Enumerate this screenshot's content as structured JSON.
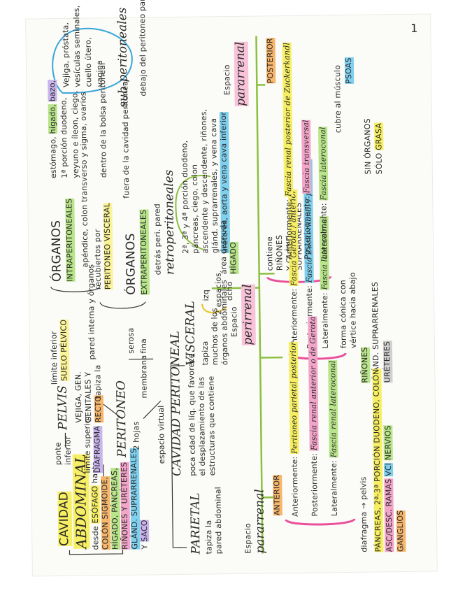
{
  "page_number": "1",
  "left": {
    "title1": "CAVIDAD",
    "title2": "ABDOMINAL",
    "desde": "desde",
    "esofago": "ESÓFAGO",
    "hasta": "hasta",
    "colon": "COLÓN SIGMOIDE,",
    "higado": "HÍGADO, PÁNCREAS,",
    "rinones": "RIÑONES Y URÉTERES",
    "gland": "GLÁND. SUPRARRENALES",
    "y": "Y",
    "saco": "SACO",
    "ponte": "ponte",
    "inferior": "inferior",
    "pelvis": "PELVIS",
    "limite_superior": "límite superior",
    "diafragma": "DIAFRAGMA",
    "limite_inferior": "límite inferior",
    "suelo_pelvico": "SUELO PÉLVICO",
    "vejiga": "VEJIGA, GEN.",
    "genitales": "GENITALES Y",
    "recto": "RECTO",
    "peritoneo": "PERITONEO",
    "dos_hojas": "2 hojas",
    "tapiza": "tapiza la",
    "pared": "pared",
    "interna": "interna",
    "y2": "y",
    "organos": "órganos",
    "serosa": "serosa",
    "membrana": "membrana",
    "fina": "fina"
  },
  "parietal": {
    "title": "PARIETAL",
    "tapiza": "tapiza la",
    "pared": "pared abdominal",
    "espacio": "espacio virtual",
    "cavidad": "CAVIDAD PERITONEAL",
    "poca": "poca cdad de líq. que favorece",
    "desplaz": "el desplazamiento de las",
    "estruct": "estructuras que contiene",
    "visceral": "VISCERAL",
    "tapiza_v": "tapiza",
    "muchos": "muchos de los",
    "organos_abd": "órganos abdominales"
  },
  "organos": {
    "label": "ÓRGANOS",
    "intra": "INTRAPERITONEALES",
    "estomago": "estómago,",
    "higado": "hígado,",
    "bazo": "bazo,",
    "primera": "1ª porción duodeno,",
    "yeyuno": "yeyuno e íleon, ciego,",
    "apendice": "apéndice, colon transverso y sigma, ovarios",
    "recubiertos": "recubiertos por",
    "visceral": "PERITONEO VISCERAL",
    "dentro": "dentro de la bolsa peritoneal",
    "organos2": "ÓRGANOS",
    "extra": "EXTRAPERITONEALES",
    "fuera": "fuera de la cavidad peritoneal",
    "detras": "detrás peri. pared",
    "retro": "retroperitoneales",
    "porciones": "2ª, 3ª y 4ª porción duodeno,",
    "pancreas": "páncreas, ciego, colon",
    "ascendente": "ascendente y descendente, riñones,",
    "glandsup": "glánd. suprarrenales, y vena cava",
    "ureteres": "uréteres, aorta y vena cava inferior",
    "debajo": "debajo del peritoneo parietal",
    "sub": "sub-peritoneales",
    "vejiga": "Vejiga, próstata,",
    "vesiculas": "vesículas seminales,",
    "cuello": "cuello útero,",
    "vagina": "vagina"
  },
  "perirrenal": {
    "espacio": "Espacio",
    "perirrenal": "perirrenal",
    "dos_espacios": "2 espacios",
    "izq": "izq",
    "dcho": "dcho",
    "area": "área desnuda",
    "higado": "HÍGADO",
    "contiene": "contiene",
    "rinones": "RIÑONES",
    "gland": "Y GLÁND.",
    "supra": "SUPRARRENALES",
    "ant": "Anteriormente:",
    "fascia_ant": "Fascia Gerota / anterior",
    "post": "Posteriormente:",
    "fascia_post": "Fascia Zuckerkandl / posterior",
    "lat": "Lateralmente:",
    "fascia_lat": "Fascia lateroconal",
    "forma": "forma cónica con",
    "vertice": "vértice hacia abajo",
    "rinones2": "RIÑONES",
    "gland2": "GLÁND. SUPRARRENALES",
    "ureteres": "URÉTERES"
  },
  "pararrenal_ant": {
    "espacio": "Espacio",
    "pararrenal": "pararrenal",
    "anterior": "ANTERIOR",
    "ant": "Anteriormente:",
    "fascia_ant": "Peritoneo parietal posterior",
    "post": "Posteriormente:",
    "fascia_post": "Fascia renal anterior o de Gerota",
    "lat": "Lateralmente:",
    "fascia_lat": "Fascia renal lateroconal",
    "diafragma": "diafragma",
    "pelvis": "pelvis",
    "pancreas": "PÁNCREAS, 2ª-3ª PORCIÓN DUODENO, COLÓN",
    "ascdesc": "ASC/DESC, RAMAS",
    "vci": "VCI",
    "nervios": "NERVIOS",
    "ganglios": "GANGLIOS"
  },
  "pararrenal_post": {
    "espacio": "Espacio",
    "pararrenal": "pararrenal",
    "posterior": "POSTERIOR",
    "ant": "Anteriormente:",
    "fascia_ant": "Fascia renal posterior de Zuckerkandl",
    "post": "Posteriormente:",
    "fascia_post": "Fascia transversal",
    "lat": "Lateralmente:",
    "fascia_lat": "Fascia lateroconal",
    "cubre": "cubre al músculo",
    "psoas": "PSOAS",
    "sin": "SIN ÓRGANOS",
    "solo": "SÓLO",
    "grasa": "GRASA"
  }
}
